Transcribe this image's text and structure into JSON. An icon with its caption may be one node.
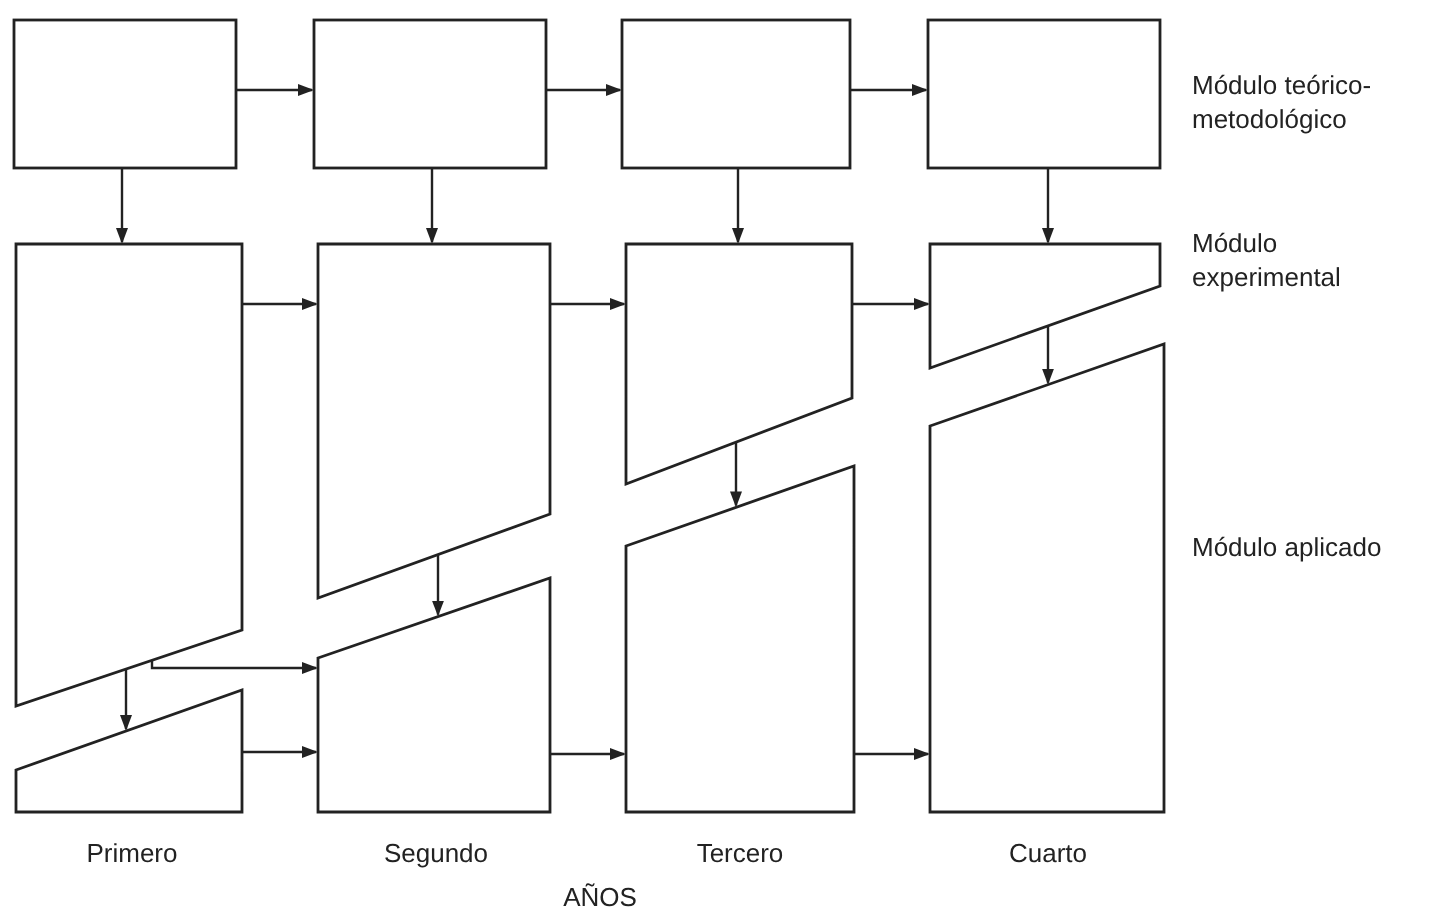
{
  "diagram": {
    "nodes": [
      {
        "text": [],
        "shape": "box"
      },
      {
        "text": [],
        "shape": "box"
      },
      {
        "text": [],
        "shape": "box"
      },
      {
        "text": [],
        "shape": "box"
      },
      {
        "text": [],
        "shape": "trapezoid"
      },
      {
        "text": [],
        "shape": "trapezoid"
      },
      {
        "text": [],
        "shape": "trapezoid"
      },
      {
        "text": [],
        "shape": "trapezoid"
      },
      {
        "text": [],
        "shape": "trapezoid"
      },
      {
        "text": [],
        "shape": "trapezoid"
      },
      {
        "text": [],
        "shape": "trapezoid"
      },
      {
        "text": [],
        "shape": "trapezoid"
      }
    ],
    "edges": [
      {
        "from": 0,
        "to": 1,
        "arrow": "to"
      },
      {
        "from": 1,
        "to": 2,
        "arrow": "to"
      },
      {
        "from": 2,
        "to": 3,
        "arrow": "to"
      },
      {
        "from": 0,
        "to": 4,
        "arrow": "to"
      },
      {
        "from": 1,
        "to": 5,
        "arrow": "to"
      },
      {
        "from": 2,
        "to": 6,
        "arrow": "to"
      },
      {
        "from": 3,
        "to": 7,
        "arrow": "to"
      },
      {
        "from": 4,
        "to": 5,
        "arrow": "to"
      },
      {
        "from": 5,
        "to": 6,
        "arrow": "to"
      },
      {
        "from": 6,
        "to": 7,
        "arrow": "to"
      },
      {
        "from": 4,
        "to": 8,
        "arrow": "to"
      },
      {
        "from": 5,
        "to": 9,
        "arrow": "to"
      },
      {
        "from": 6,
        "to": 10,
        "arrow": "to"
      },
      {
        "from": 7,
        "to": 11,
        "arrow": "to"
      },
      {
        "from": 4,
        "to": 9,
        "arrow": "to"
      },
      {
        "from": 8,
        "to": 9,
        "arrow": "to"
      },
      {
        "from": 9,
        "to": 10,
        "arrow": "to"
      },
      {
        "from": 10,
        "to": 11,
        "arrow": "to"
      }
    ],
    "labels": [
      "Módulo teórico-metodológico",
      "Módulo experimental",
      "Módulo aplicado",
      "Primero",
      "Segundo",
      "Tercero",
      "Cuarto",
      "AÑOS"
    ]
  }
}
